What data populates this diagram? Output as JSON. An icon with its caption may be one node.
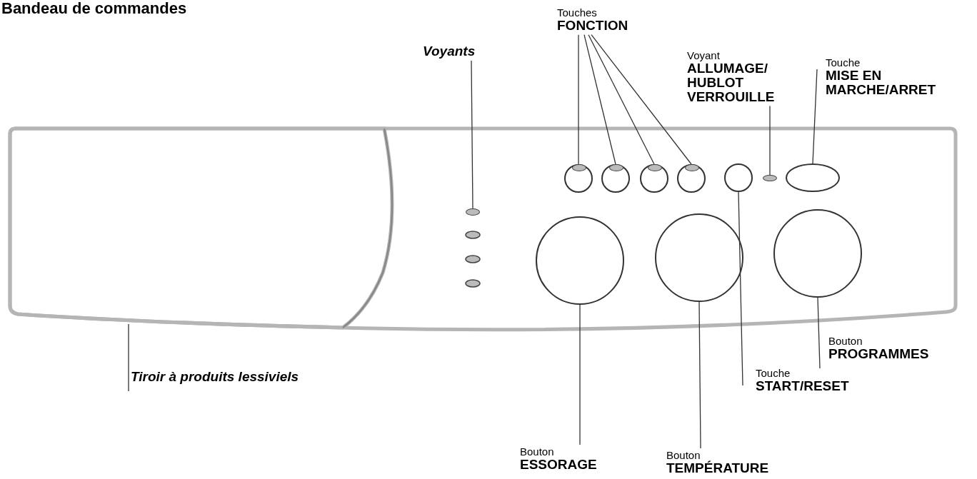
{
  "diagram": {
    "title": "Bandeau de commandes",
    "nodes": [
      {
        "text": [
          "Voyants"
        ]
      },
      {
        "text": [
          "Touches",
          "FONCTION"
        ]
      },
      {
        "text": [
          "Voyant",
          "ALLUMAGE/ HUBLOT VERROUILLE"
        ]
      },
      {
        "text": [
          "Touche",
          "MISE EN MARCHE/ARRET"
        ]
      },
      {
        "text": [],
        "shape": "ellipse"
      },
      {
        "text": [],
        "shape": "circle"
      },
      {
        "text": [],
        "shape": "circle"
      },
      {
        "text": [],
        "shape": "circle"
      },
      {
        "text": [],
        "shape": "circle"
      },
      {
        "text": [],
        "shape": "circle"
      },
      {
        "text": [],
        "shape": "ellipse"
      },
      {
        "text": [],
        "shape": "ellipse"
      },
      {
        "text": [],
        "shape": "circle"
      },
      {
        "text": [],
        "shape": "circle"
      },
      {
        "text": [],
        "shape": "circle"
      },
      {
        "text": [],
        "shape": "box"
      },
      {
        "text": [
          "Tiroir à produits lessiviels"
        ]
      },
      {
        "text": [
          "Bouton",
          "PROGRAMMES"
        ]
      },
      {
        "text": [
          "Touche",
          "START/RESET"
        ]
      },
      {
        "text": [
          "Bouton",
          "ESSORAGE"
        ]
      },
      {
        "text": [
          "Bouton",
          "TEMPÉRATURE"
        ]
      }
    ],
    "edges": [
      {
        "from": 0,
        "to": 4,
        "arrow": "none"
      },
      {
        "from": 1,
        "to": 5,
        "arrow": "none"
      },
      {
        "from": 1,
        "to": 6,
        "arrow": "none"
      },
      {
        "from": 1,
        "to": 7,
        "arrow": "none"
      },
      {
        "from": 1,
        "to": 8,
        "arrow": "none"
      },
      {
        "from": 2,
        "to": 10,
        "arrow": "none"
      },
      {
        "from": 3,
        "to": 11,
        "arrow": "none"
      },
      {
        "from": 16,
        "to": 15,
        "arrow": "none"
      },
      {
        "from": 17,
        "to": 14,
        "arrow": "none"
      },
      {
        "from": 18,
        "to": 9,
        "arrow": "none"
      },
      {
        "from": 19,
        "to": 12,
        "arrow": "none"
      },
      {
        "from": 20,
        "to": 13,
        "arrow": "none"
      }
    ]
  }
}
